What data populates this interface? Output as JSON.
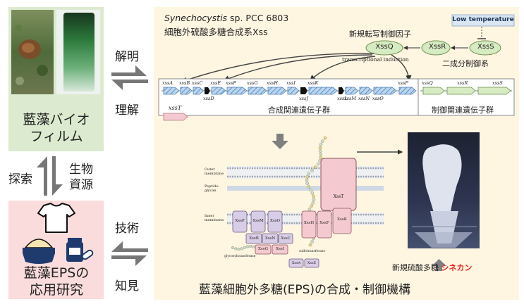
{
  "left_panel": {
    "biofilm_title_line1": "藍藻バイオ",
    "biofilm_title_line2": "フィルム",
    "application_title_line1": "藍藻EPSの",
    "application_title_line2": "応用研究",
    "colors": {
      "biofilm_bg": "#dcebcf",
      "application_bg": "#fbdcdc"
    }
  },
  "arrow_labels": {
    "elucidate": "解明",
    "understand": "理解",
    "explore": "探索",
    "biological_resources_line1": "生物",
    "biological_resources_line2": "資源",
    "technology": "技術",
    "knowledge": "知見"
  },
  "main": {
    "species_italic": "Synechocystis",
    "species_rest": " sp. PCC 6803",
    "system_name": "細胞外硫酸多糖合成系Xss",
    "novel_tf_label": "新規転写制御因子",
    "low_temperature": "Low temperature",
    "two_component_label": "二成分制御系",
    "transcriptional_induction": "transcriptional induction",
    "synthesis_cluster_label": "合成関連遺伝子群",
    "regulation_cluster_label": "制御関連遺伝子群",
    "new_polysaccharide_label": "新規硫酸多糖",
    "sacran_name": "シネカン",
    "bottom_title": "藍藻細胞外多糖(EPS)の合成・制御機構",
    "colors": {
      "panel_bg": "#fff6e2",
      "accent_red": "#e8231d",
      "protein_pink": "#f4c9cf",
      "protein_purple": "#d8cde6",
      "gene_blue": "#9ec3e6",
      "gene_green": "#d6ebc1"
    }
  },
  "regulators": {
    "xssq": "XssQ",
    "xssr": "XssR",
    "xsss": "XssS"
  },
  "genes_top": [
    "xssA",
    "xssB",
    "xssC",
    "xssE",
    "xssF",
    "xssG",
    "xssH",
    "xssI",
    "xssK",
    "xssP"
  ],
  "genes_bottom": [
    "xssD",
    "xssJ",
    "xssL",
    "xssM",
    "xssN",
    "xssO"
  ],
  "gene_xssT": "xssT",
  "genes_reg": [
    "xssQ",
    "xssR",
    "xssS"
  ],
  "membrane": {
    "outer": "Outer membrane",
    "pepti": "Peptido-glycan",
    "inner": "Inner membrane",
    "glycosyltransferase": "glycosyltransferase",
    "sulfotransferase": "sulfotransferase"
  },
  "proteins": {
    "xssT": "XssT",
    "xssP": "XssP",
    "xssM": "XssM",
    "xssO": "XssO",
    "xssB": "XssB",
    "xssN": "XssN",
    "xssC": "XssC",
    "xssG": "XssG",
    "xssI": "XssI",
    "xssH": "XssH",
    "xssF": "XssF",
    "xssK": "XssK",
    "xssA": "XssA",
    "xssE": "XssE"
  }
}
